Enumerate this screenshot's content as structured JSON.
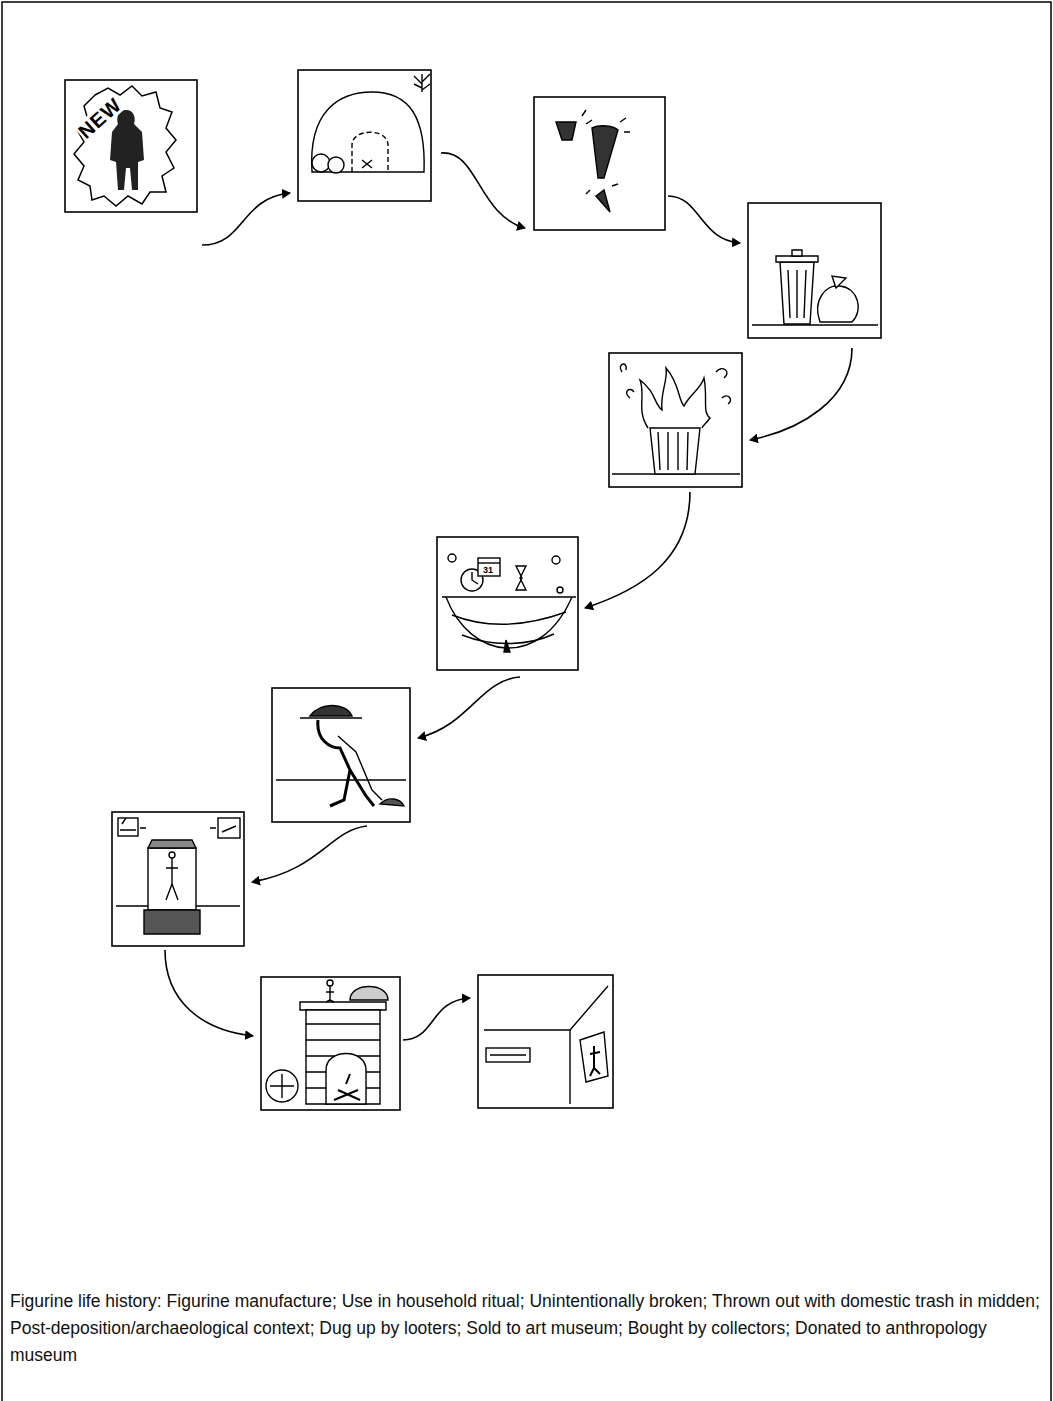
{
  "diagram": {
    "caption": "Figurine life history: Figurine manufacture; Use in household ritual; Unintentionally broken; Thrown out with domestic trash in midden; Post-deposition/archaeological context; Dug up by looters; Sold to art museum; Bought by collectors; Donated to anthropology museum",
    "labels": [
      "NEW",
      "31"
    ]
  }
}
